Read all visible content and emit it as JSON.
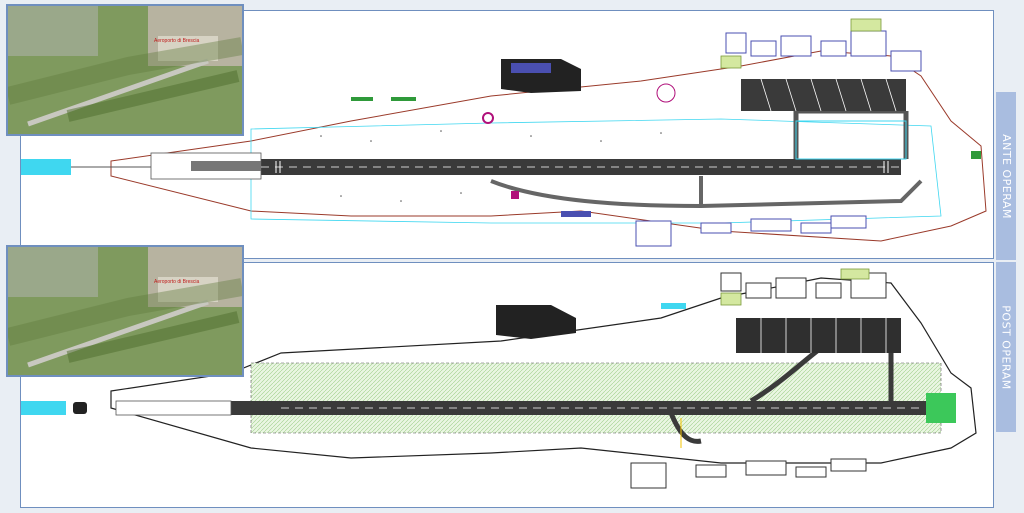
{
  "labels": {
    "ante": "ANTE OPERAM",
    "post": "POST OPERAM"
  },
  "thumbnails": {
    "ante_caption": "Aeroporto di Brescia",
    "post_caption": "Aeroporto di Brescia"
  },
  "colors": {
    "panel_border": "#6f8fbf",
    "tab_fill": "#a9bde0",
    "runway": "#3a3a3a",
    "grass_hatch": "#c7e6b4",
    "water": "#3fd7f0",
    "structures": "#4a4fb0",
    "taxi_marking": "#f5c400",
    "magenta": "#b0107a"
  }
}
